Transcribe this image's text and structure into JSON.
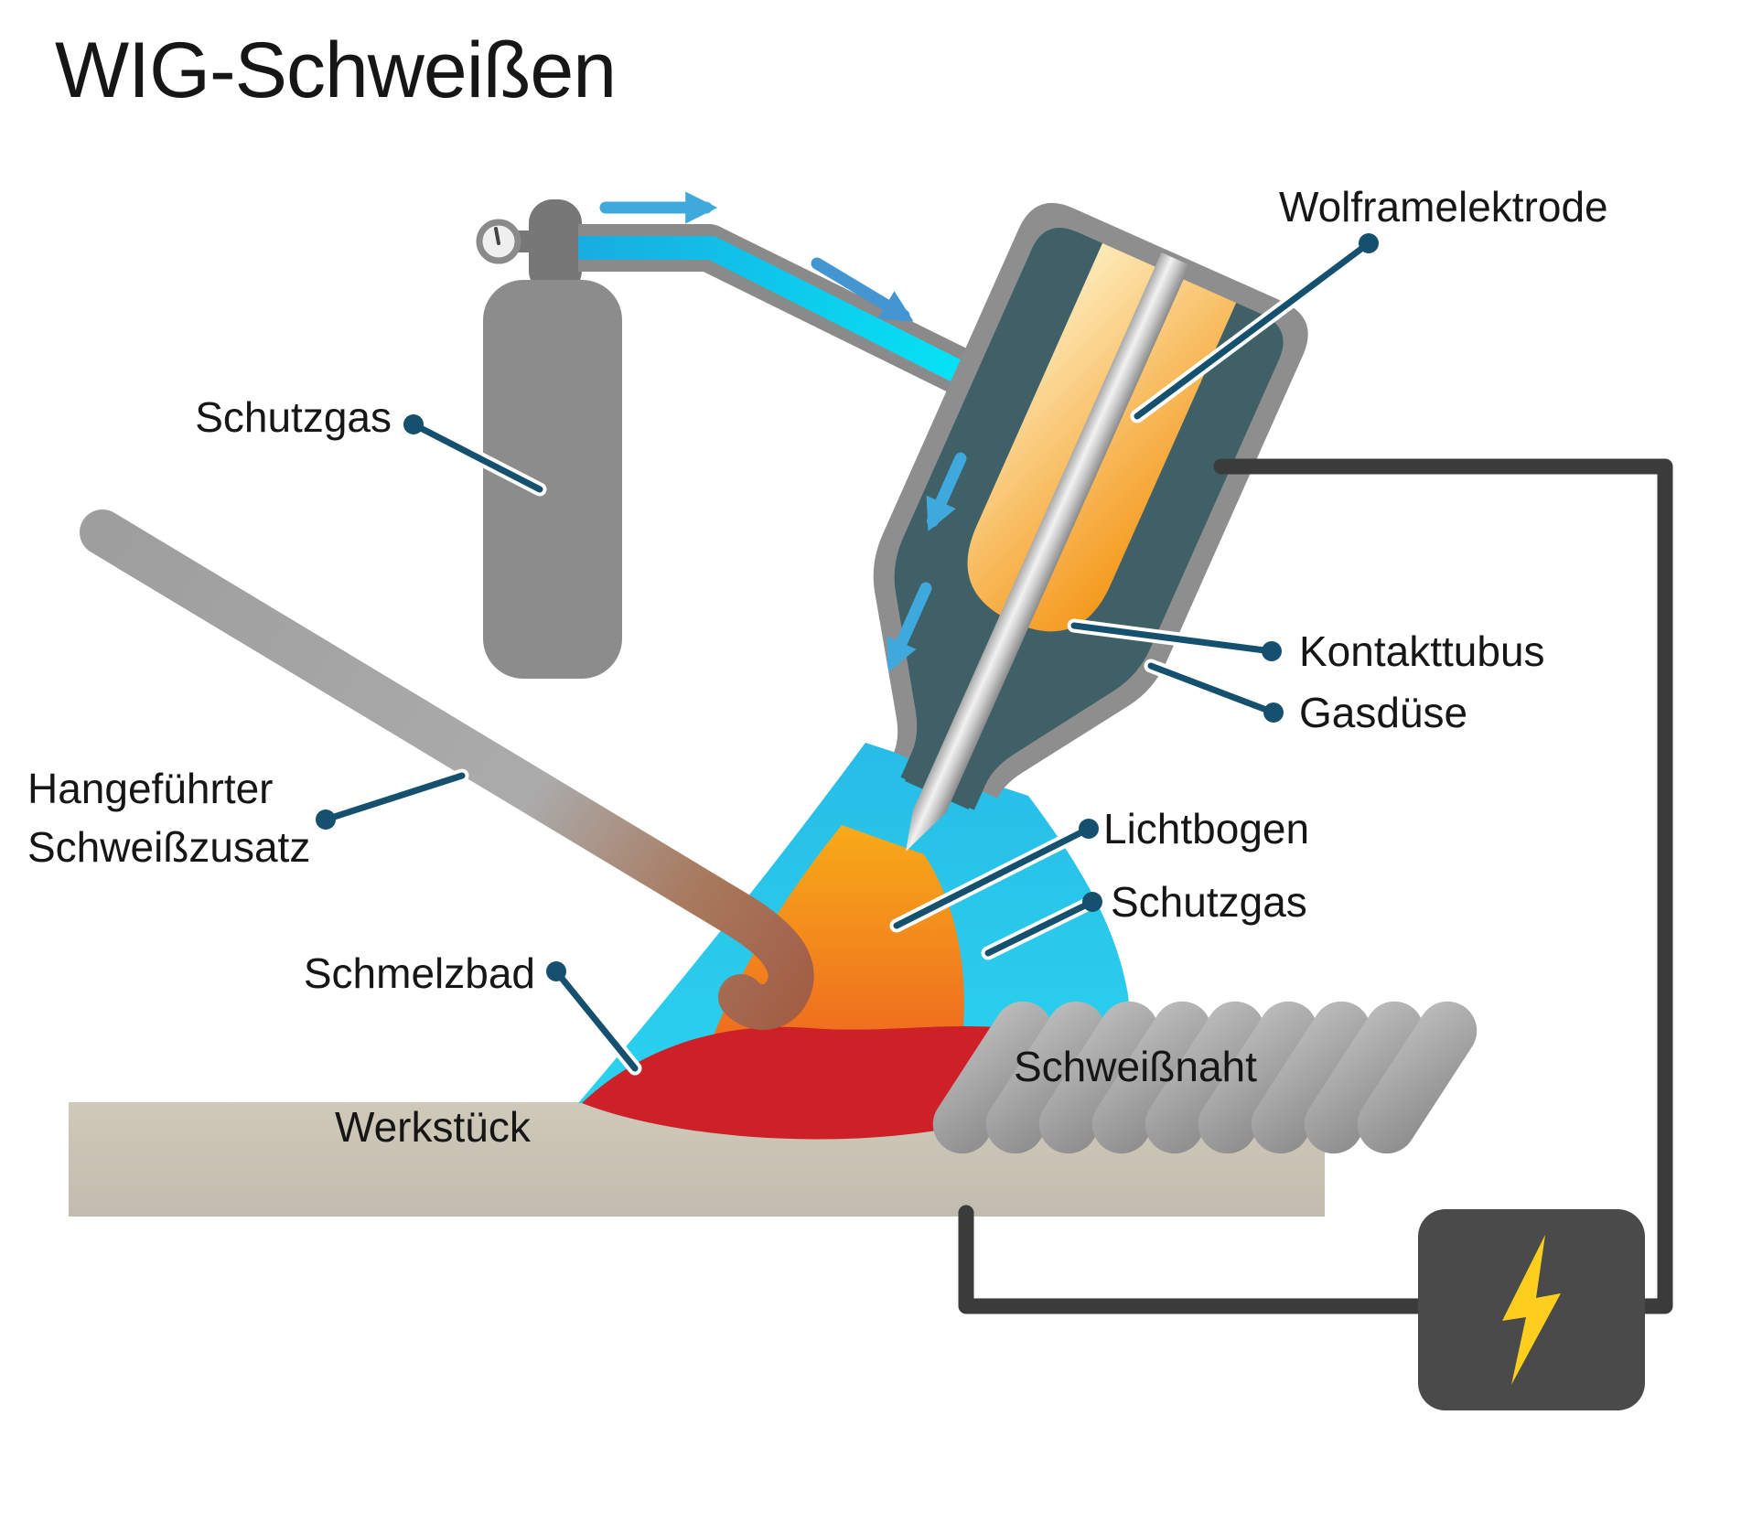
{
  "title": "WIG-Schweißen",
  "diagram_type": "TIG welding process schematic",
  "labels": {
    "gas_cylinder": "Schutzgas",
    "tungsten_electrode": "Wolframelektrode",
    "contact_tube": "Kontakttubus",
    "gas_nozzle": "Gasdüse",
    "arc": "Lichtbogen",
    "shielding_gas_flow": "Schutzgas",
    "filler_rod_line1": "Hangeführter",
    "filler_rod_line2": "Schweißzusatz",
    "melt_pool": "Schmelzbad",
    "weld_seam": "Schweißnaht",
    "workpiece": "Werkstück"
  },
  "icons": {
    "pressure_gauge": "pressure-gauge-icon",
    "lightning_bolt": "lightning-bolt-icon",
    "flow_arrows": "gas-flow-arrow-icon",
    "leader_dot": "label-leader-dot"
  },
  "colors": {
    "text_dark": "#161616",
    "leader_blue": "#15516f",
    "arrow_blue": "#3fa9de",
    "gas_cyan": "#2bc9ec",
    "hose_cyan_start": "#18ade0",
    "hose_cyan_end": "#00f0fb",
    "torch_teal": "#3e6066",
    "torch_border_gray": "#8e8e8e",
    "contact_tube_orange": "#f59d1e",
    "electrode_silver": "#cfcfcf",
    "arc_orange_top": "#f8ab19",
    "arc_orange_bottom": "#ec5a21",
    "melt_red": "#ce2127",
    "cylinder_gray": "#8c8c8c",
    "valve_gray": "#777777",
    "workpiece_tan": "#c8c2b2",
    "weld_bead_gray": "#a5a5a5",
    "wire_dark": "#3b3b3b",
    "power_box_dark": "#4a4a4a",
    "bolt_yellow": "#fccf1e"
  }
}
